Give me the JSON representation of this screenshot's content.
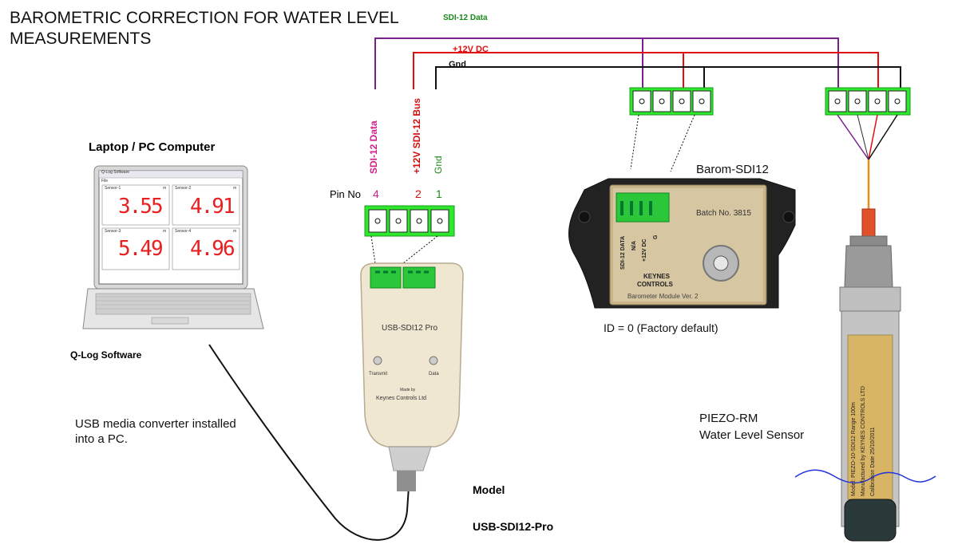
{
  "title": "BAROMETRIC CORRECTION FOR WATER LEVEL MEASUREMENTS",
  "wires": {
    "sdi12_data": "SDI-12 Data",
    "dc12": "+12V DC",
    "gnd": "Gnd"
  },
  "laptop": {
    "label": "Laptop / PC Computer",
    "software": "Q-Log Software",
    "screen": {
      "window_title": "Q-Log Software",
      "menu": "File",
      "sensors": [
        {
          "name": "Sensor-1",
          "unit": "m",
          "value": "3.55"
        },
        {
          "name": "Sensor-2",
          "unit": "m",
          "value": "4.91"
        },
        {
          "name": "Sensor-3",
          "unit": "m",
          "value": "5.49"
        },
        {
          "name": "Sensor-4",
          "unit": "m",
          "value": "4.96"
        }
      ]
    }
  },
  "usb_note": "USB media converter installed into a PC.",
  "connector": {
    "col_labels": [
      "SDI-12 Data",
      "+12V  SDI-12 Bus",
      "Gnd"
    ],
    "pin_title": "Pin No",
    "pins": [
      "4",
      "2",
      "1"
    ],
    "hole_glyph": "o"
  },
  "usb_device": {
    "name": "USB-SDI12 Pro",
    "left_led": "Transmit",
    "right_led": "Data",
    "maker_small": "Made by",
    "maker": "Keynes Controls Ltd"
  },
  "model": {
    "heading": "Model",
    "name": "USB-SDI12-Pro"
  },
  "barometer": {
    "title": "Barom-SDI12",
    "batch": "Batch No. 3815",
    "pins": [
      "SDI-12 DATA",
      "N/A",
      "+12V DC",
      "G"
    ],
    "brand_l1": "KEYNES",
    "brand_l2": "CONTROLS",
    "module": "Barometer Module Ver. 2",
    "id_note": "ID = 0 (Factory default)"
  },
  "piezo": {
    "label_l1": "PIEZO-RM",
    "label_l2": "Water Level Sensor",
    "sensor_line1": "Model: PIEZO-10-SDI12  Range 100m",
    "sensor_line2": "Manufactured by KEYNES CONTROLS LTD",
    "sensor_line3": "Calibration Date 25/10/2011"
  },
  "colors": {
    "data_wire": "#7a1f8f",
    "power_wire": "#e01010",
    "gnd_wire": "#111111",
    "data_label": "#1a8a1a",
    "pink_label": "#d0208a",
    "red_label": "#d01010",
    "green_label": "#1a8a1a",
    "connector": "#2ee82e",
    "display": "#e82020",
    "water": "#2233dd"
  }
}
